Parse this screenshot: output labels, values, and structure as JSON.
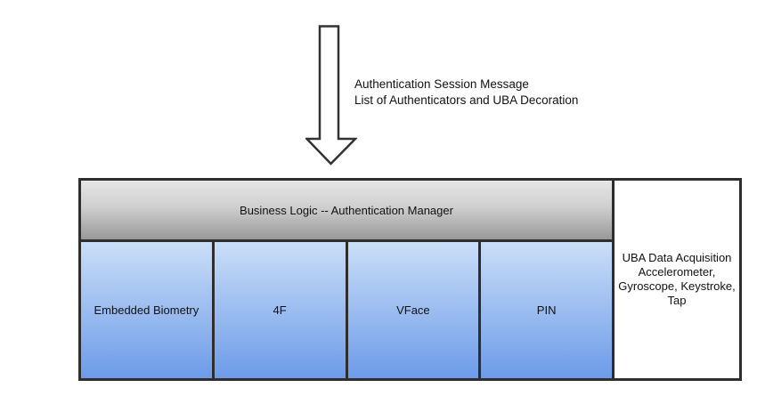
{
  "annotation": {
    "line1": "Authentication Session Message",
    "line2": "List of Authenticators and UBA Decoration"
  },
  "manager_bar": {
    "label": "Business Logic -- Authentication Manager"
  },
  "authenticators": [
    {
      "label": "Embedded Biometry"
    },
    {
      "label": "4F"
    },
    {
      "label": "VFace"
    },
    {
      "label": "PIN"
    }
  ],
  "uba_box": {
    "lines": [
      "UBA Data Acquisition",
      "Accelerometer,",
      "Gyroscope, Keystroke,",
      "Tap"
    ]
  },
  "icons": {
    "arrow": "down-arrow-icon"
  },
  "colors": {
    "border": "#2e2e2e",
    "manager_gradient_top": "#e6e6e6",
    "manager_gradient_bottom": "#989898",
    "auth_gradient_top": "#cadef7",
    "auth_gradient_bottom": "#6d9be9",
    "uba_background": "#ffffff",
    "arrow_fill": "#ffffff",
    "text": "#111111"
  }
}
